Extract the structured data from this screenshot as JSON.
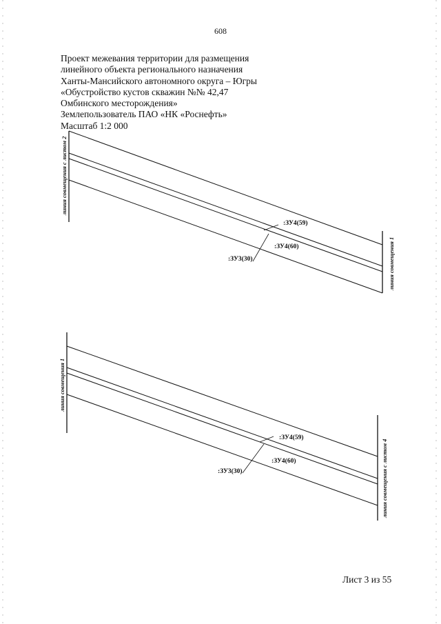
{
  "page_number": "608",
  "header": {
    "lines": [
      "Проект межевания территории для размещения",
      "линейного объекта регионального назначения",
      "Ханты-Мансийского автономного округа – Югры",
      "«Обустройство кустов скважин №№ 42,47",
      "Омбинского месторождения»",
      "Землепользователь ПАО «НК «Роснефть»",
      "Масштаб 1:2 000"
    ]
  },
  "drawing_top": {
    "left_match_line": "линия совмещения с листом 2",
    "right_match_line": "линия совмещения 1",
    "labels": {
      "zu4_59": ":ЗУ4(59)",
      "zu4_60": ":ЗУ4(60)",
      "zu3_30": ":ЗУ3(30)"
    }
  },
  "drawing_bottom": {
    "left_match_line": "линия совмещения 1",
    "right_match_line": "линия совмещения с листом 4",
    "labels": {
      "zu4_59": ":ЗУ4(59)",
      "zu4_60": ":ЗУ4(60)",
      "zu3_30": ":ЗУ3(30)"
    }
  },
  "sheet": "Лист 3 из 55"
}
